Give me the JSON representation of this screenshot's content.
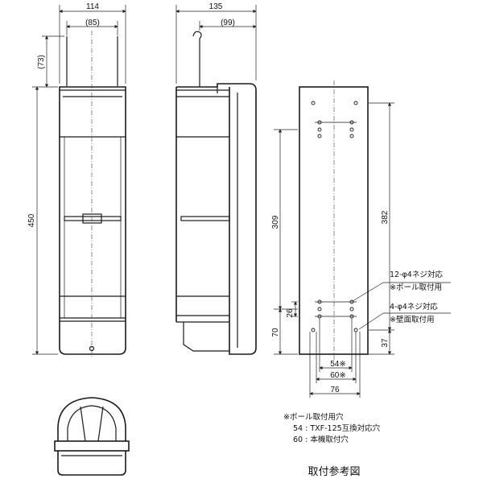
{
  "front_view": {
    "dim_width": "114",
    "dim_inner_width": "(85)",
    "dim_top_height": "(73)",
    "dim_height": "450"
  },
  "side_view": {
    "dim_depth": "135",
    "dim_inner_depth": "(99)"
  },
  "plate_view": {
    "dim_309": "309",
    "dim_382": "382",
    "dim_26": "26",
    "dim_70": "70",
    "dim_37": "37",
    "dim_54": "54※",
    "dim_60": "60※",
    "dim_76": "76",
    "callout_pole_1": "12-φ4ネジ対応",
    "callout_pole_2": "※ポール取付用",
    "callout_wall_1": "4-φ4ネジ対応",
    "callout_wall_2": "※壁面取付用"
  },
  "notes": {
    "line1": "※ポール取付用穴",
    "line2": "54 : TXF-125互換対応穴",
    "line3": "60 : 本機取付穴"
  },
  "caption": "取付参考図"
}
